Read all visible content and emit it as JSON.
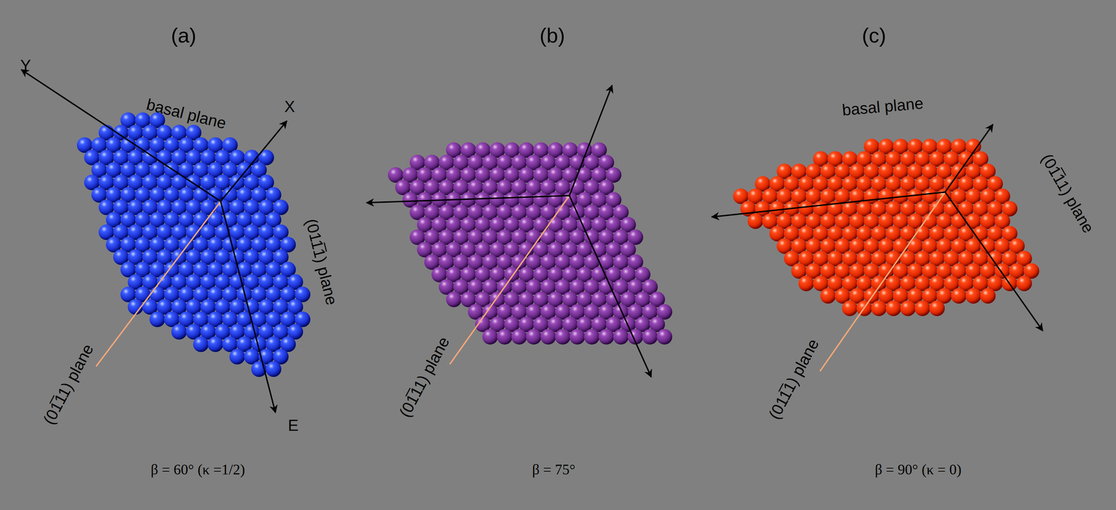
{
  "diagram": {
    "labels": [
      "(a)",
      "(b)",
      "(c)",
      "basal plane",
      "X",
      "Y",
      "(011̅1) plane",
      "E",
      "(01̅11) plane",
      "(01̅11) plane",
      "(011̅1) plane",
      "basal plane",
      "(01̅11) plane",
      "β = 60° (κ =1/2)",
      "β = 75°",
      "β = 90° (κ = 0)"
    ]
  }
}
